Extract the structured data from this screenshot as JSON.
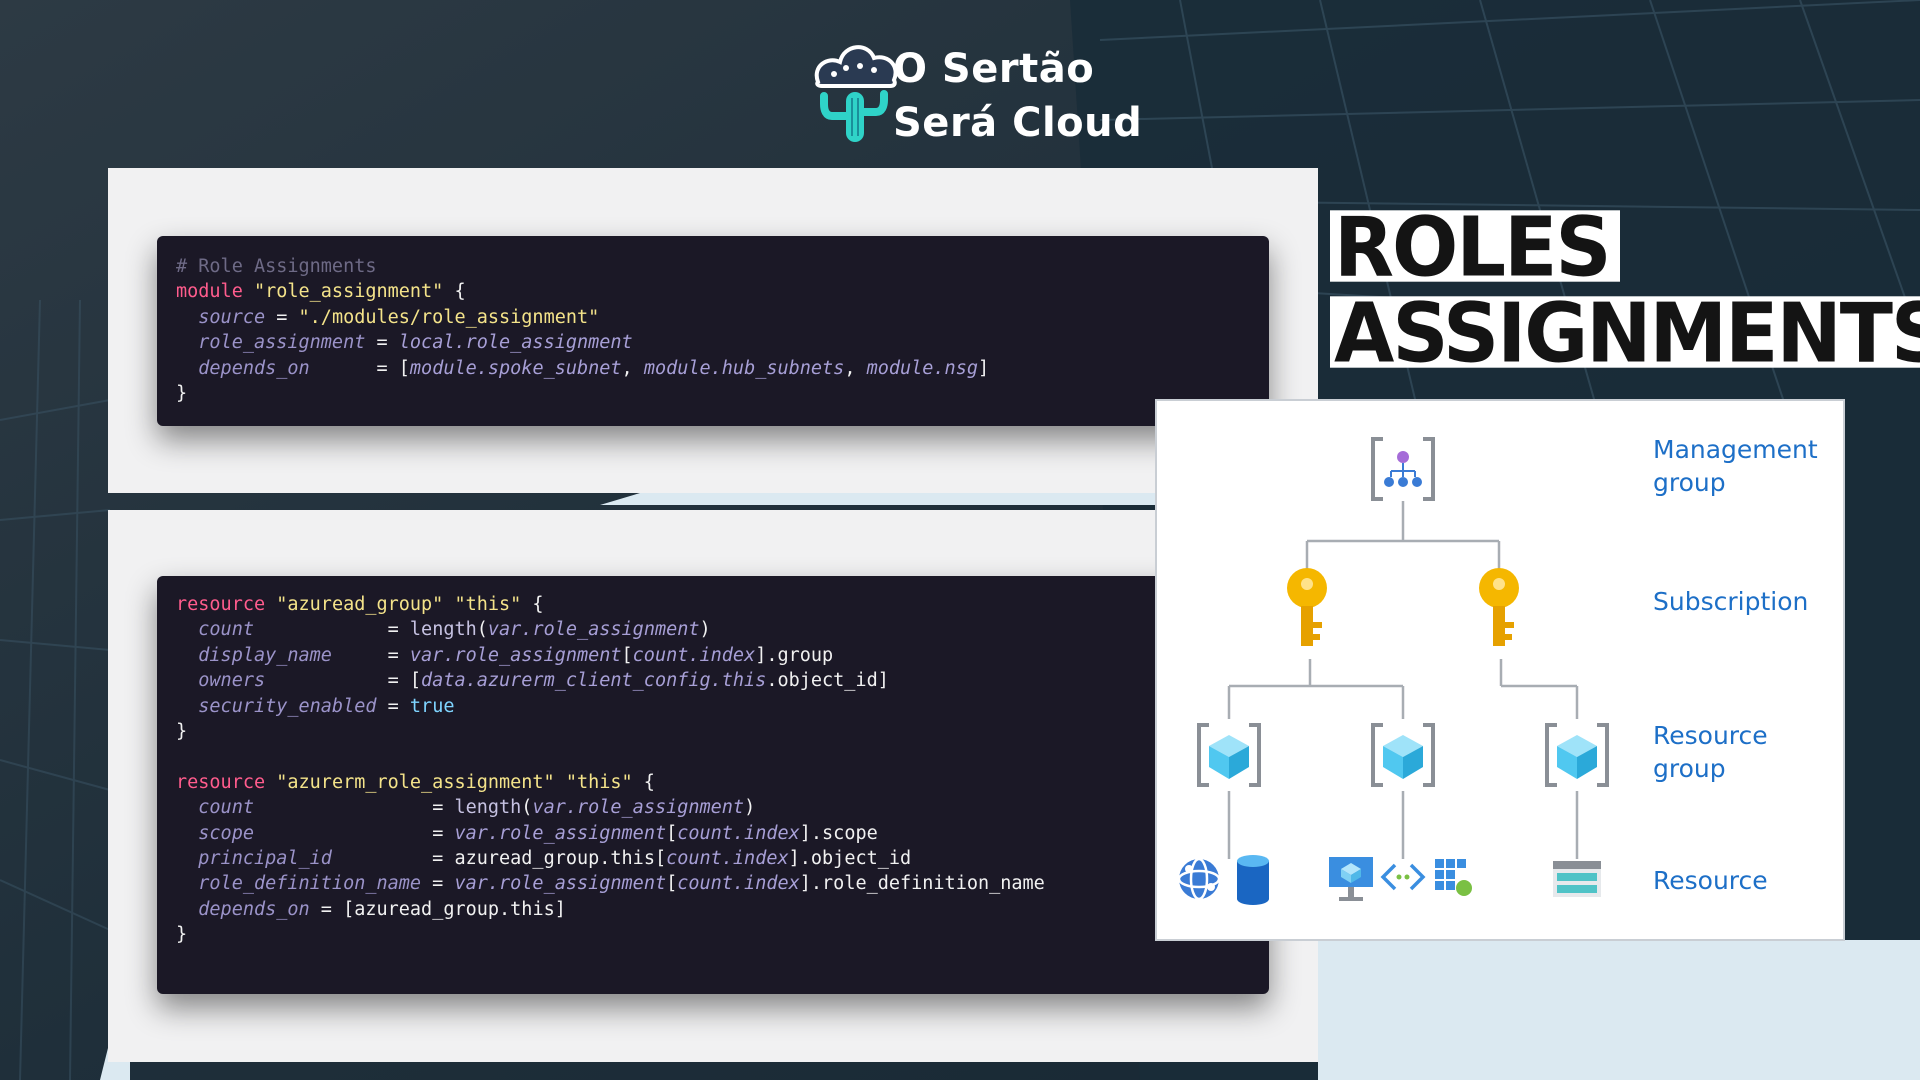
{
  "brand": {
    "line1": "O Sertão",
    "line2": "Será Cloud",
    "logo_icon": "cloud-cactus-icon"
  },
  "slide_title": {
    "line1": "ROLES",
    "line2": "ASSIGNMENTS"
  },
  "code_block_1": {
    "comment": "# Role Assignments",
    "module_kw": "module",
    "module_name": "\"role_assignment\"",
    "source_key": "source",
    "source_value": "\"./modules/role_assignment\"",
    "role_key": "role_assignment",
    "role_value": "local.role_assignment",
    "depends_key": "depends_on",
    "depends_m1": "module.spoke_subnet",
    "depends_m2": "module.hub_subnets",
    "depends_m3": "module.nsg"
  },
  "code_block_2": {
    "res1_kw": "resource",
    "res1_type": "\"azuread_group\"",
    "res1_name": "\"this\"",
    "r1_count_key": "count",
    "r1_count_fn": "length",
    "r1_count_arg": "var.role_assignment",
    "r1_display_key": "display_name",
    "r1_display_var": "var.role_assignment",
    "r1_display_idx": "count.index",
    "r1_display_attr": ".group",
    "r1_owners_key": "owners",
    "r1_owners_val": "data.azurerm_client_config.this",
    "r1_owners_attr": ".object_id",
    "r1_sec_key": "security_enabled",
    "r1_sec_val": "true",
    "res2_kw": "resource",
    "res2_type": "\"azurerm_role_assignment\"",
    "res2_name": "\"this\"",
    "r2_count_key": "count",
    "r2_count_fn": "length",
    "r2_count_arg": "var.role_assignment",
    "r2_scope_key": "scope",
    "r2_scope_var": "var.role_assignment",
    "r2_scope_idx": "count.index",
    "r2_scope_attr": ".scope",
    "r2_pid_key": "principal_id",
    "r2_pid_val": "azuread_group.this",
    "r2_pid_idx": "count.index",
    "r2_pid_attr": ".object_id",
    "r2_rdn_key": "role_definition_name",
    "r2_rdn_var": "var.role_assignment",
    "r2_rdn_idx": "count.index",
    "r2_rdn_attr": ".role_definition_name",
    "r2_dep_key": "depends_on",
    "r2_dep_val": "azuread_group.this"
  },
  "hierarchy": {
    "levels": [
      "Management group",
      "Subscription",
      "Resource group",
      "Resource"
    ],
    "label_lines": {
      "management": [
        "Management",
        "group"
      ],
      "subscription": [
        "Subscription"
      ],
      "resource_group": [
        "Resource",
        "group"
      ],
      "resource": [
        "Resource"
      ]
    },
    "icons": {
      "management": "management-group-icon",
      "subscription": "key-icon",
      "resource_group": "resource-group-cube-icon",
      "resources": [
        "network-globe-icon",
        "database-cylinder-icon",
        "virtual-machine-icon",
        "code-brackets-icon",
        "app-grid-icon",
        "storage-icon"
      ]
    },
    "colors": {
      "label": "#1d6fc7",
      "key": "#f5b700",
      "cube": "#50c8f0",
      "line": "#a8adb3"
    }
  },
  "colors": {
    "code_bg": "#1b1826",
    "keyword": "#ff5c8d",
    "string": "#f4e38a",
    "attribute": "#9b93c9",
    "builtin": "#7fd4ff",
    "comment": "#6e6a86"
  }
}
